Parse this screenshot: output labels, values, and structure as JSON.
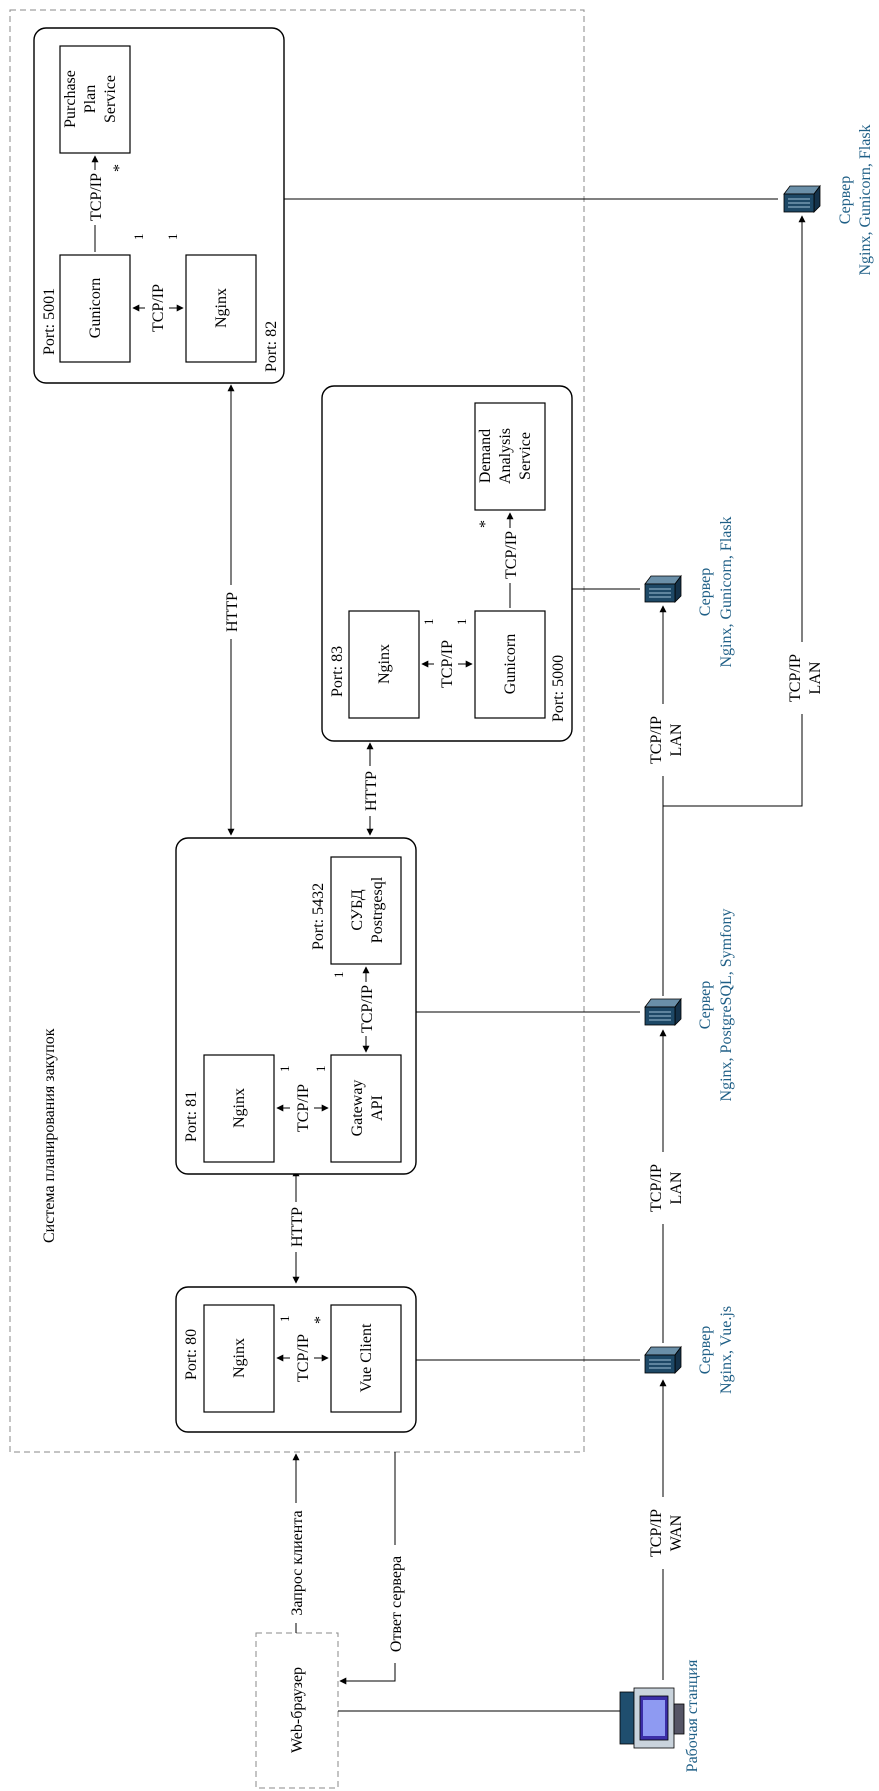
{
  "system_label": "Система планирования закупок",
  "browser": {
    "label": "Web-браузер"
  },
  "client_request": "Запрос клиента",
  "server_response": "Ответ сервера",
  "workstation": {
    "label": "Рабочая станция",
    "icon": "workstation-icon"
  },
  "protocols": {
    "http": "HTTP",
    "tcpip": "TCP/IP",
    "lan": "LAN",
    "wan": "WAN"
  },
  "multiplicity": {
    "one": "1",
    "many": "*"
  },
  "nodes": {
    "client": {
      "port": "Port: 80",
      "nginx": "Nginx",
      "app": "Vue Client"
    },
    "gateway": {
      "port": "Port: 81",
      "nginx": "Nginx",
      "app_line1": "Gateway",
      "app_line2": "API",
      "db_port": "Port: 5432",
      "db_line1": "СУБД",
      "db_line2": "Postrgesql"
    },
    "demand": {
      "nginx_port": "Port: 83",
      "gunicorn_port": "Port: 5000",
      "nginx": "Nginx",
      "gunicorn": "Gunicorn",
      "svc_line1": "Demand",
      "svc_line2": "Analysis",
      "svc_line3": "Service"
    },
    "purchase": {
      "gunicorn_port": "Port: 5001",
      "nginx_port": "Port: 82",
      "nginx": "Nginx",
      "gunicorn": "Gunicorn",
      "svc_line1": "Purchase",
      "svc_line2": "Plan",
      "svc_line3": "Service"
    }
  },
  "servers": [
    {
      "title": "Сервер",
      "stack": "Nginx, Vue.js",
      "icon": "server-icon"
    },
    {
      "title": "Сервер",
      "stack": "Nginx, PostgreSQL, Symfony",
      "icon": "server-icon"
    },
    {
      "title": "Сервер",
      "stack": "Nginx, Gunicorn, Flask",
      "icon": "server-icon"
    },
    {
      "title": "Сервер",
      "stack": "Nginx, Gunicorn, Flask",
      "icon": "server-icon"
    }
  ]
}
